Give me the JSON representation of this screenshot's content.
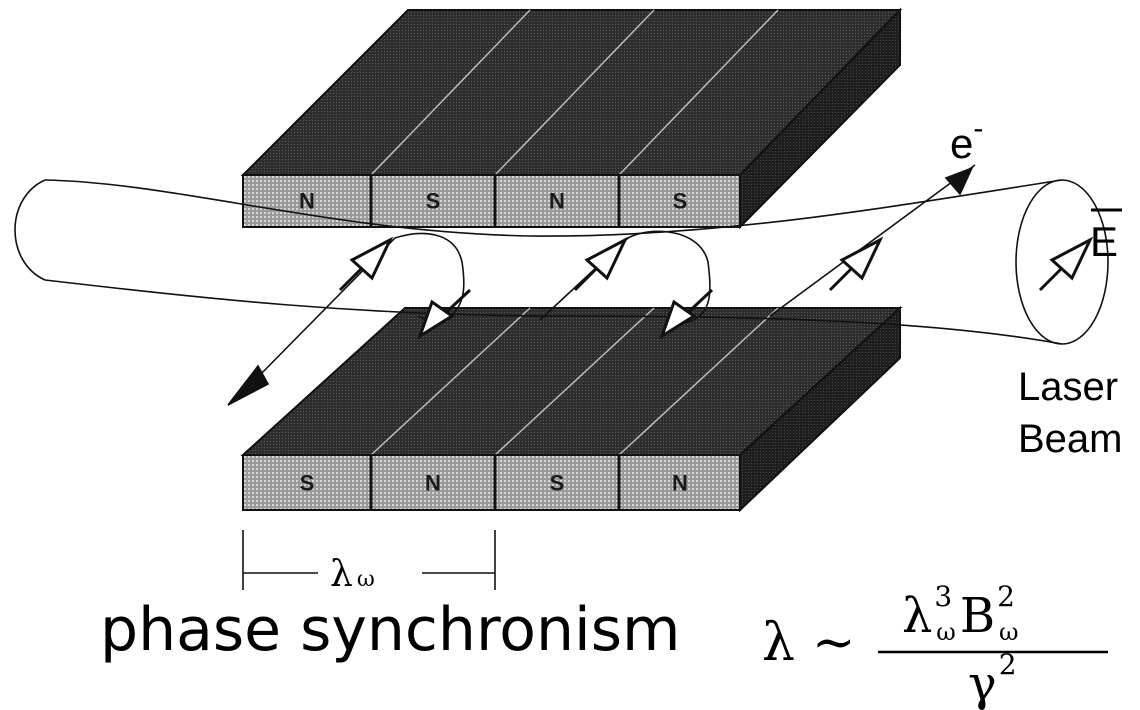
{
  "upper_magnet": {
    "poles": [
      "N",
      "S",
      "N",
      "S"
    ]
  },
  "lower_magnet": {
    "poles": [
      "S",
      "N",
      "S",
      "N"
    ]
  },
  "electron_label": "e",
  "electron_charge": "-",
  "field_label": "E",
  "laser_label": [
    "Laser",
    "Beam"
  ],
  "period_label": {
    "symbol": "λ",
    "subscript": "ω"
  },
  "caption": "phase synchronism",
  "equation": {
    "lhs": "λ",
    "relation": "~",
    "numerator": {
      "a": "λ",
      "a_sub": "ω",
      "a_sup": "3",
      "b": "B",
      "b_sub": "ω",
      "b_sup": "2"
    },
    "denominator": {
      "g": "γ",
      "g_sup": "2"
    }
  }
}
